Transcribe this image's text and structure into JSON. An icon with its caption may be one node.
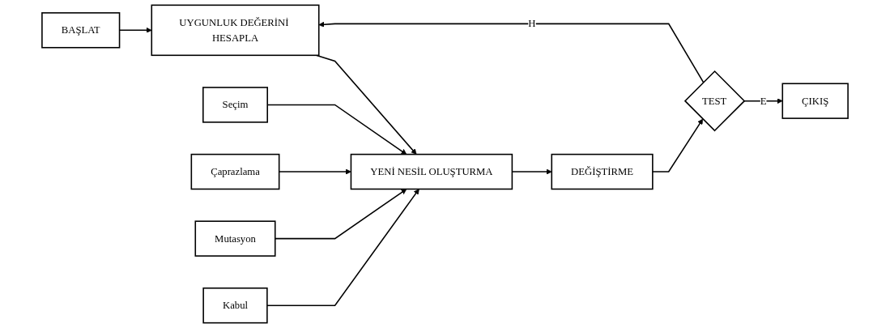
{
  "diagram": {
    "nodes": [
      {
        "text": [
          "BAŞLAT"
        ]
      },
      {
        "text": [
          "UYGUNLUK DEĞERİNİ HESAPLA"
        ]
      },
      {
        "text": [
          "YENİ NESİL OLUŞTURMA"
        ]
      },
      {
        "text": [
          "DEĞİŞTİRME"
        ]
      },
      {
        "text": [
          "TEST"
        ]
      },
      {
        "text": [
          "ÇIKIŞ"
        ]
      },
      {
        "text": [
          "Seçim"
        ]
      },
      {
        "text": [
          "Çaprazlama"
        ]
      },
      {
        "text": [
          "Mutasyon"
        ]
      },
      {
        "text": [
          "Kabul"
        ]
      }
    ],
    "edges": [
      {
        "from": 0,
        "to": 1,
        "arrow": "to"
      },
      {
        "from": 1,
        "to": 2,
        "arrow": "to"
      },
      {
        "from": 2,
        "to": 3,
        "arrow": "to"
      },
      {
        "from": 3,
        "to": 4,
        "arrow": "to"
      },
      {
        "from": 4,
        "to": 5,
        "arrow": "to",
        "label": "E"
      },
      {
        "from": 4,
        "to": 1,
        "arrow": "to",
        "label": "H"
      },
      {
        "from": 6,
        "to": 2,
        "arrow": "to"
      },
      {
        "from": 7,
        "to": 2,
        "arrow": "to"
      },
      {
        "from": 8,
        "to": 2,
        "arrow": "to"
      },
      {
        "from": 9,
        "to": 2,
        "arrow": "to"
      }
    ]
  }
}
